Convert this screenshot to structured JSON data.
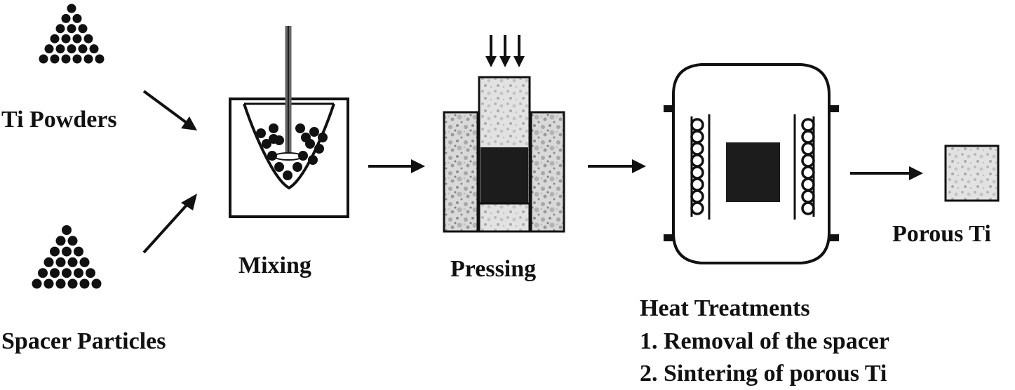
{
  "diagram": {
    "title": "",
    "labels": {
      "ti_powders": "Ti Powders",
      "spacer_particles": "Spacer Particles",
      "mixing": "Mixing",
      "pressing": "Pressing",
      "heat_treatments": "Heat Treatments",
      "step_1": "1. Removal of the spacer",
      "step_2": "2. Sintering of porous Ti",
      "porous_ti": "Porous Ti"
    },
    "colors": {
      "ink": "#111111",
      "speckle_light": "#d9d9d9",
      "speckle_mid": "#a8a8a8",
      "product_fill": "#cfcfcf"
    }
  }
}
